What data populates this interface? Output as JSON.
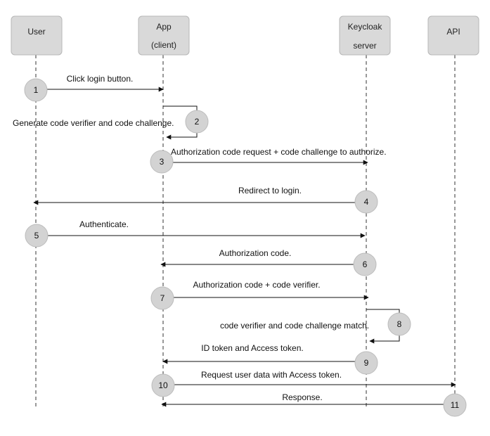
{
  "actors": [
    {
      "id": "user",
      "lines": [
        "User"
      ]
    },
    {
      "id": "app",
      "lines": [
        "App",
        "(client)"
      ]
    },
    {
      "id": "keycloak",
      "lines": [
        "Keycloak",
        "server"
      ]
    },
    {
      "id": "api",
      "lines": [
        "API"
      ]
    }
  ],
  "steps": [
    {
      "num": "1",
      "label": "Click login button."
    },
    {
      "num": "2",
      "label": "Generate code verifier and code challenge."
    },
    {
      "num": "3",
      "label": "Authorization code request + code challenge to authorize."
    },
    {
      "num": "4",
      "label": "Redirect to login."
    },
    {
      "num": "5",
      "label": "Authenticate."
    },
    {
      "num": "6",
      "label": "Authorization code."
    },
    {
      "num": "7",
      "label": "Authorization code + code verifier."
    },
    {
      "num": "8",
      "label": "code verifier and code challenge match."
    },
    {
      "num": "9",
      "label": "ID token and Access token."
    },
    {
      "num": "10",
      "label": "Request user data with Access token."
    },
    {
      "num": "11",
      "label": "Response."
    }
  ]
}
